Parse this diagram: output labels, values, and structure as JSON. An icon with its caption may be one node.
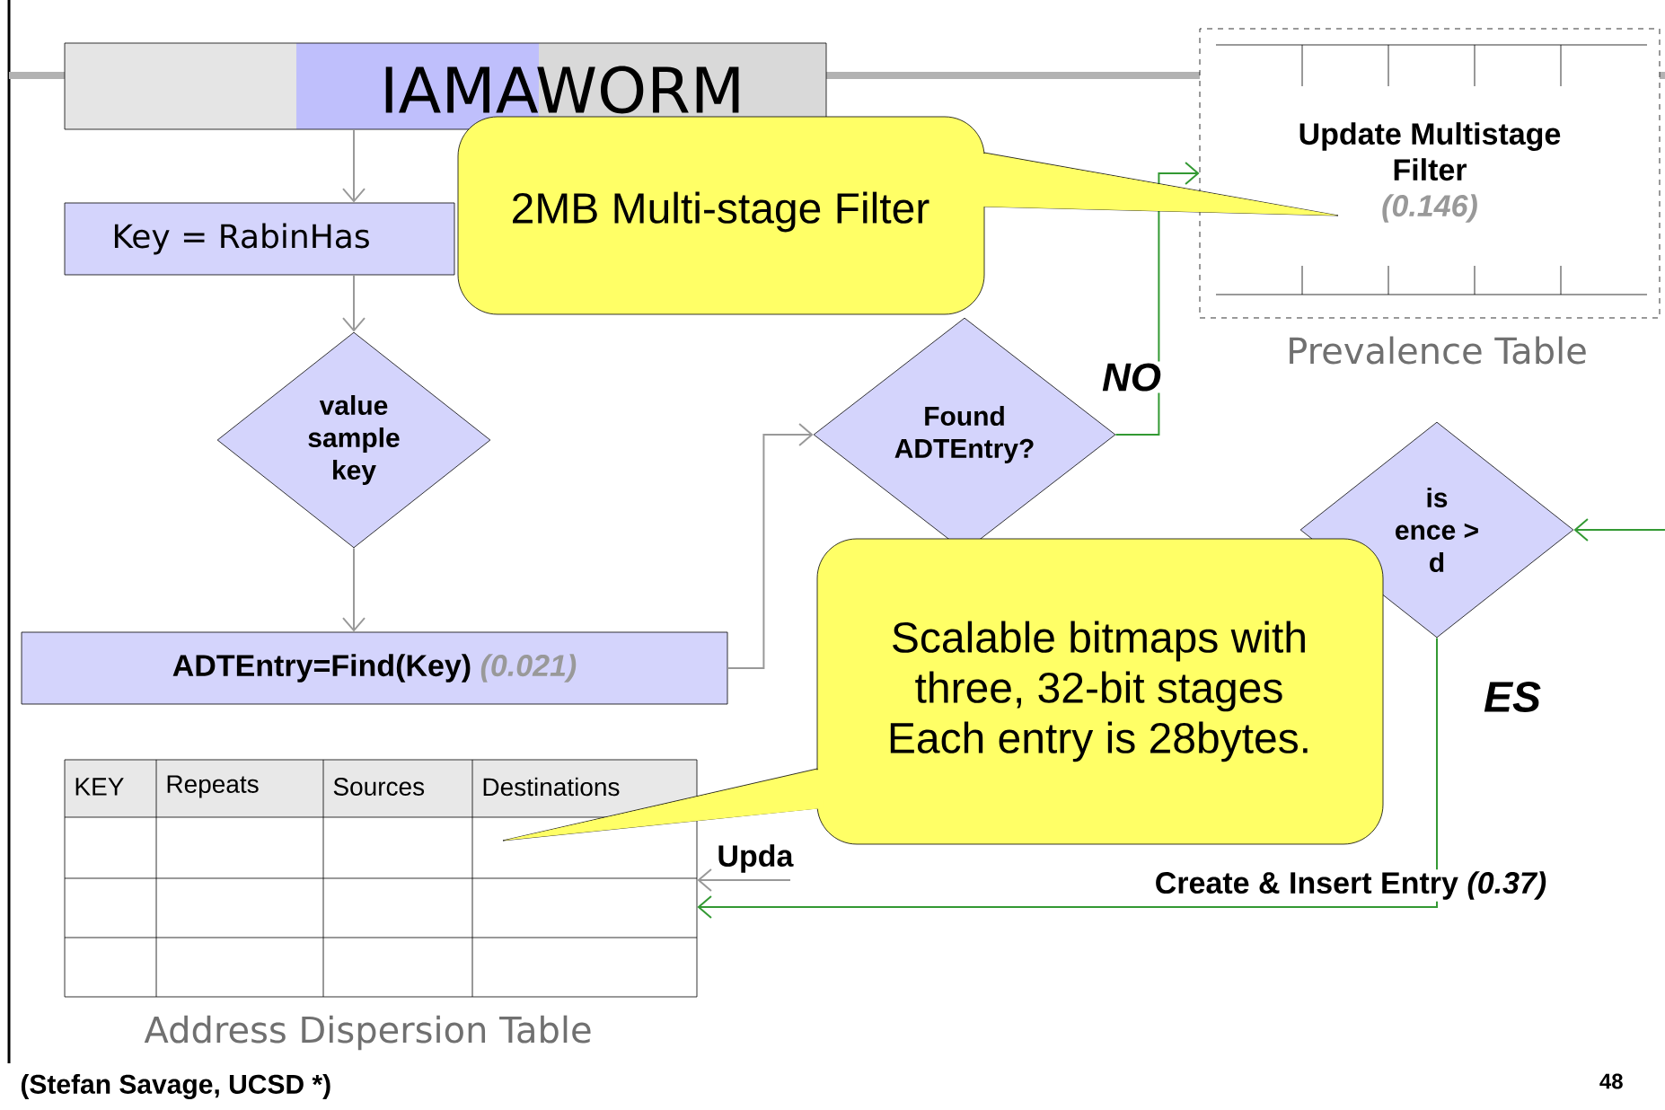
{
  "diagram": {
    "nodes": [
      {
        "text": [
          "IAMAWORM"
        ]
      },
      {
        "text": [
          "Key = RabinHas"
        ]
      },
      {
        "text": [
          "value sample key"
        ]
      },
      {
        "text": [
          "ADTEntry=Find(Key)",
          "(0.021)"
        ]
      },
      {
        "text": [
          "Found ADTEntry?"
        ]
      },
      {
        "text": [
          "Update Multistage Filter",
          "(0.146)"
        ],
        "beside": [
          "Prevalence Table"
        ]
      },
      {
        "text": [
          "is ence > d"
        ]
      },
      {
        "text": [
          "KEY",
          "Repeats",
          "Sources",
          "Destinations"
        ],
        "beside": [
          "Address Dispersion Table"
        ]
      },
      {
        "text": [
          "2MB Multi-stage Filter"
        ]
      },
      {
        "text": [
          "Scalable bitmaps with three, 32-bit stages Each entry is 28bytes."
        ]
      }
    ],
    "edges": [
      {
        "from": 0,
        "to": 1,
        "arrow": "to"
      },
      {
        "from": 1,
        "to": 2,
        "arrow": "to"
      },
      {
        "from": 2,
        "to": 3,
        "arrow": "to"
      },
      {
        "from": 3,
        "to": 4,
        "arrow": "to"
      },
      {
        "from": 4,
        "to": 5,
        "arrow": "to",
        "label": "NO",
        "color": "#339933"
      },
      {
        "from": null,
        "to": 6,
        "arrow": "to",
        "color": "#339933"
      },
      {
        "from": 6,
        "to": 7,
        "arrow": "to",
        "label": "Create & Insert Entry *(0.37)*",
        "color": "#339933"
      },
      {
        "from": null,
        "to": 7,
        "arrow": "to",
        "label": "Upda"
      }
    ],
    "labels": [
      "ES",
      "(Stefan Savage, UCSD *)",
      "48"
    ]
  }
}
